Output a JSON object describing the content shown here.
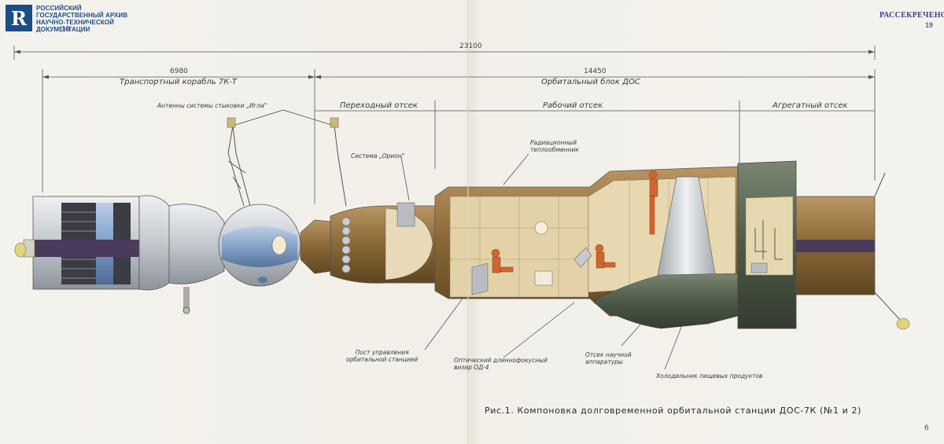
{
  "archive": {
    "logo_glyph": "R",
    "lines": [
      "РОССИЙСКИЙ",
      "ГОСУДАРСТВЕННЫЙ АРХИВ",
      "НАУЧНО-ТЕХНИЧЕСКОЙ",
      "ДОКУМЕНТАЦИИ"
    ]
  },
  "stamp_left": {
    "big": "19"
  },
  "classification": "РАССЕКРЕЧЕНО",
  "stamp_right": {
    "big": "19"
  },
  "dimensions": {
    "overall": "23100",
    "transport": "6980",
    "orbital": "14450"
  },
  "headers": {
    "transport_ship": "Транспортный корабль 7К-Т",
    "orbital_block": "Орбитальный блок ДОС",
    "transfer": "Переходный отсек",
    "work": "Рабочий отсек",
    "aggregate": "Агрегатный отсек"
  },
  "callouts": {
    "antennas": "Антенны системы стыковки „Игла\"",
    "orion": "Система „Орион\"",
    "radiator_1": "Радиационный",
    "radiator_2": "теплообменник",
    "control_1": "Пост управления",
    "control_2": "орбитальной станцией",
    "optical_1": "Оптический длиннофокусный",
    "optical_2": "визир ОД-4",
    "science_1": "Отсек научной",
    "science_2": "аппаратуры",
    "fridge": "Холодильник пищевых продуктов"
  },
  "caption": "Рис.1. Компоновка долговременной орбитальной станции ДОС-7К (№1 и 2)",
  "page_number": "6",
  "colors": {
    "paper": "#f3f1ea",
    "brand": "#1c4e86",
    "hull_bronze": "#8c6a3a",
    "hull_green": "#4e5a48",
    "interior": "#e3d2a8",
    "silver": "#c9cdd2"
  }
}
